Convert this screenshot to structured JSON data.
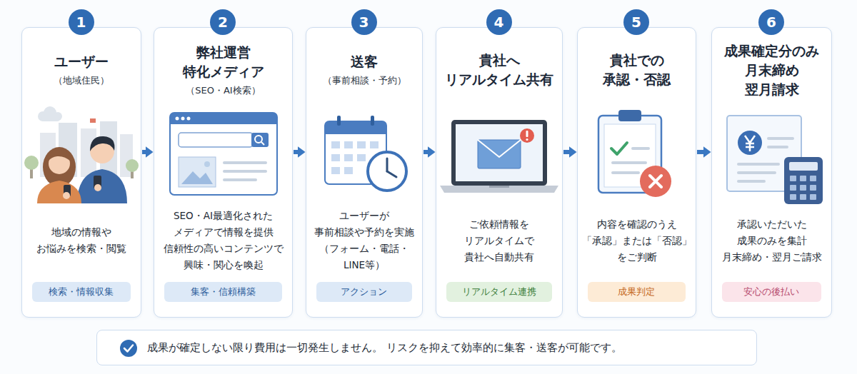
{
  "diagram": {
    "nodes": [
      {
        "text": [
          "1",
          "ユーザー",
          "（地域住民）",
          "地域の情報や お悩みを検索・閲覧"
        ]
      },
      {
        "text": [
          "検索・情報収集"
        ],
        "in": 0
      },
      {
        "text": [
          "2",
          "弊社運営 特化メディア",
          "（SEO・AI検索）",
          "SEO・AI最適化された メディアで情報を提供 信頼性の高いコンテンツで 興味・関心を喚起"
        ]
      },
      {
        "text": [
          "集客・信頼構築"
        ],
        "in": 2
      },
      {
        "text": [
          "3",
          "送客",
          "（事前相談・予約）",
          "ユーザーが 事前相談や予約を実施 （フォーム・電話・ LINE等）"
        ]
      },
      {
        "text": [
          "アクション"
        ],
        "in": 4
      },
      {
        "text": [
          "4",
          "貴社へ リアルタイム共有",
          "ご依頼情報を リアルタイムで 貴社へ自動共有"
        ]
      },
      {
        "text": [
          "リアルタイム連携"
        ],
        "in": 6
      },
      {
        "text": [
          "5",
          "貴社での 承認・否認",
          "内容を確認のうえ 「承認」または「否認」 をご判断"
        ]
      },
      {
        "text": [
          "成果判定"
        ],
        "in": 8
      },
      {
        "text": [
          "6",
          "成果確定分のみ 月末締め 翌月請求",
          "承認いただいた 成果のみを集計 月末締め・翌月ご請求"
        ]
      },
      {
        "text": [
          "安心の後払い"
        ],
        "in": 10
      },
      {
        "text": [
          "成果が確定しない限り費用は一切発生しません。 リスクを抑えて効率的に集客・送客が可能です。"
        ]
      }
    ],
    "edges": [
      {
        "from": 0,
        "to": 2,
        "arrow": "to"
      },
      {
        "from": 2,
        "to": 4,
        "arrow": "to"
      },
      {
        "from": 4,
        "to": 6,
        "arrow": "to"
      },
      {
        "from": 6,
        "to": 8,
        "arrow": "to"
      },
      {
        "from": 8,
        "to": 10,
        "arrow": "to"
      }
    ]
  }
}
